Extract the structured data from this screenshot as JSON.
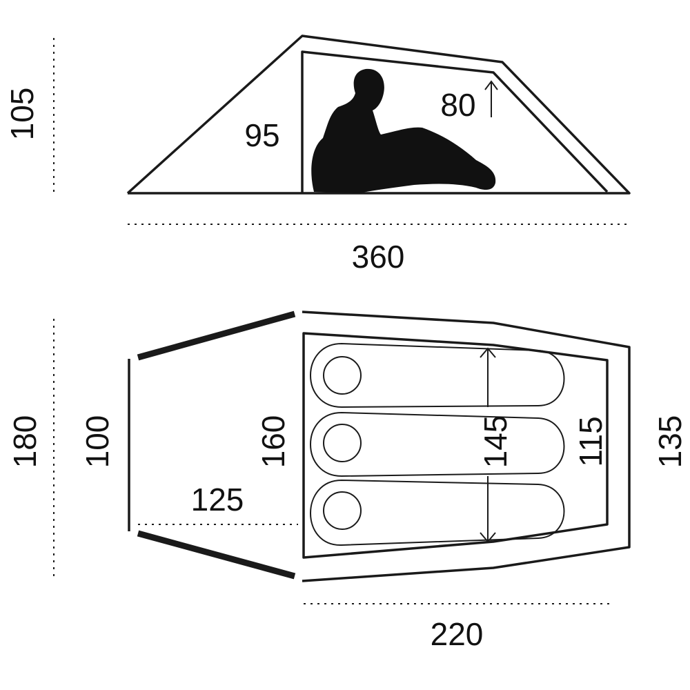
{
  "side_view": {
    "height_total": "105",
    "inner_height_front": "95",
    "inner_height_rear": "80",
    "length_total": "360"
  },
  "top_view": {
    "width_total": "180",
    "vestibule_width": "100",
    "inner_width_front": "160",
    "vestibule_depth": "125",
    "sleeping_width": "145",
    "inner_width_rear": "115",
    "outer_width_rear": "135",
    "inner_length": "220"
  }
}
